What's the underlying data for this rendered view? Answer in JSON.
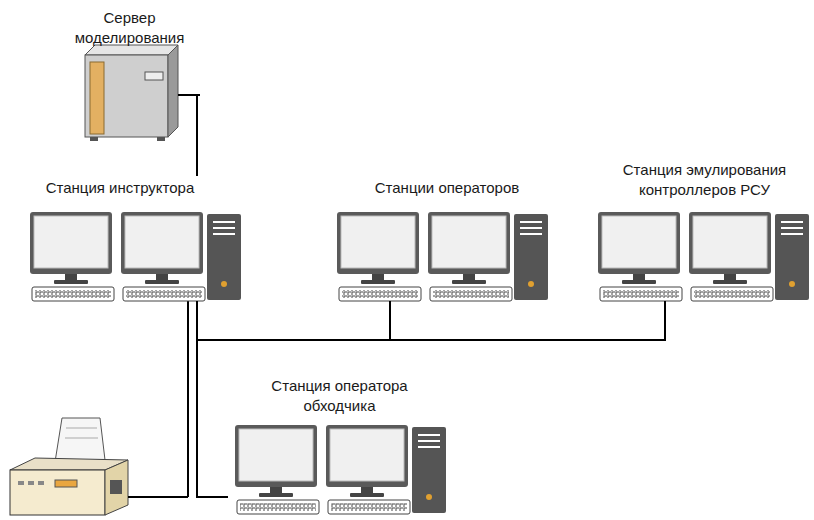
{
  "diagram": {
    "nodes": [
      {
        "text": [
          "Сервер моделирования"
        ]
      },
      {
        "text": [
          "Станция инструктора"
        ]
      },
      {
        "text": [
          "Станции операторов"
        ]
      },
      {
        "text": [
          "Станция эмулирования контроллеров РСУ"
        ]
      },
      {
        "text": [
          "Станция оператора обходчика"
        ]
      }
    ],
    "edges": [
      {
        "from": 0,
        "to": 1,
        "arrow": "none"
      },
      {
        "from": 1,
        "to": 2,
        "arrow": "none"
      },
      {
        "from": 1,
        "to": 3,
        "arrow": "none"
      },
      {
        "from": 1,
        "to": 4,
        "arrow": "none"
      }
    ]
  }
}
